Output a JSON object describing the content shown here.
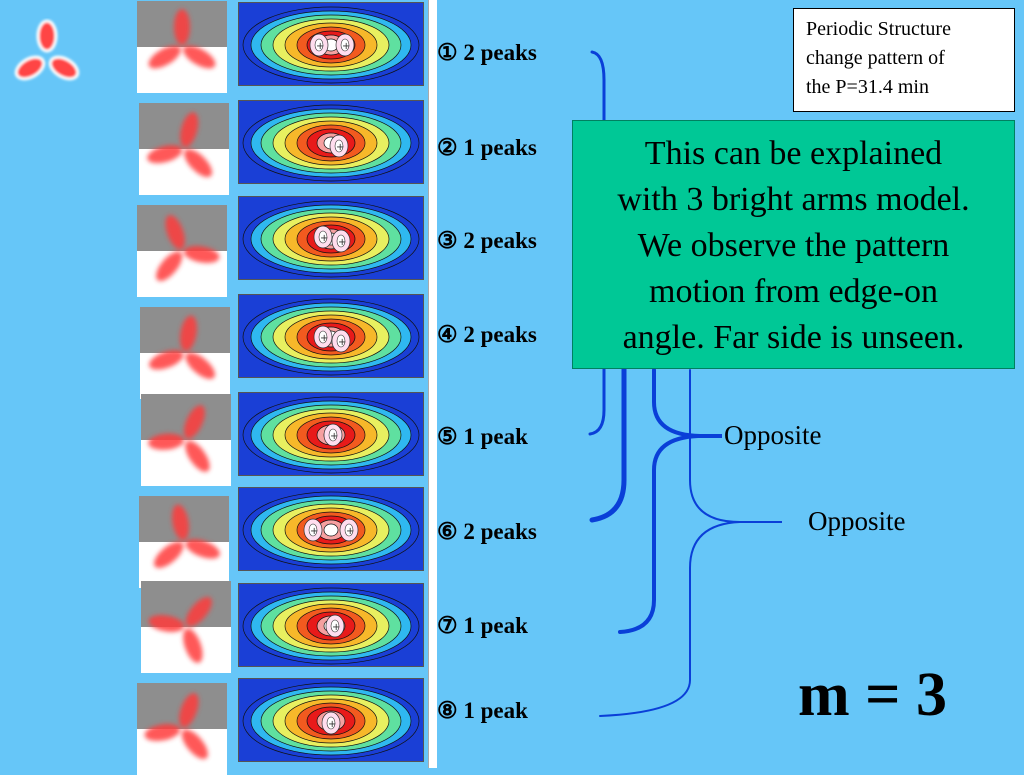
{
  "panels": [
    {
      "label": "① 2 peaks"
    },
    {
      "label": "② 1 peaks"
    },
    {
      "label": "③ 2 peaks"
    },
    {
      "label": "④ 2 peaks"
    },
    {
      "label": "⑤ 1 peak"
    },
    {
      "label": "⑥ 2 peaks"
    },
    {
      "label": "⑦ 1 peak"
    },
    {
      "label": "⑧ 1 peak"
    }
  ],
  "note": {
    "line1": "Periodic Structure",
    "line2": "change pattern of",
    "line3": "the P=31.4 min"
  },
  "callout": {
    "line1": "This can be explained",
    "line2": "with 3 bright arms model.",
    "line3": "We observe the pattern",
    "line4": "motion from edge-on",
    "line5": "angle.  Far side is unseen."
  },
  "opposite_1": "Opposite",
  "opposite_2": "Opposite",
  "equation": "m = 3",
  "colors": {
    "background": "#66c6f8",
    "callout": "#00c896",
    "bracket": "#0a3fd8",
    "arm": "#ff3a3a"
  }
}
